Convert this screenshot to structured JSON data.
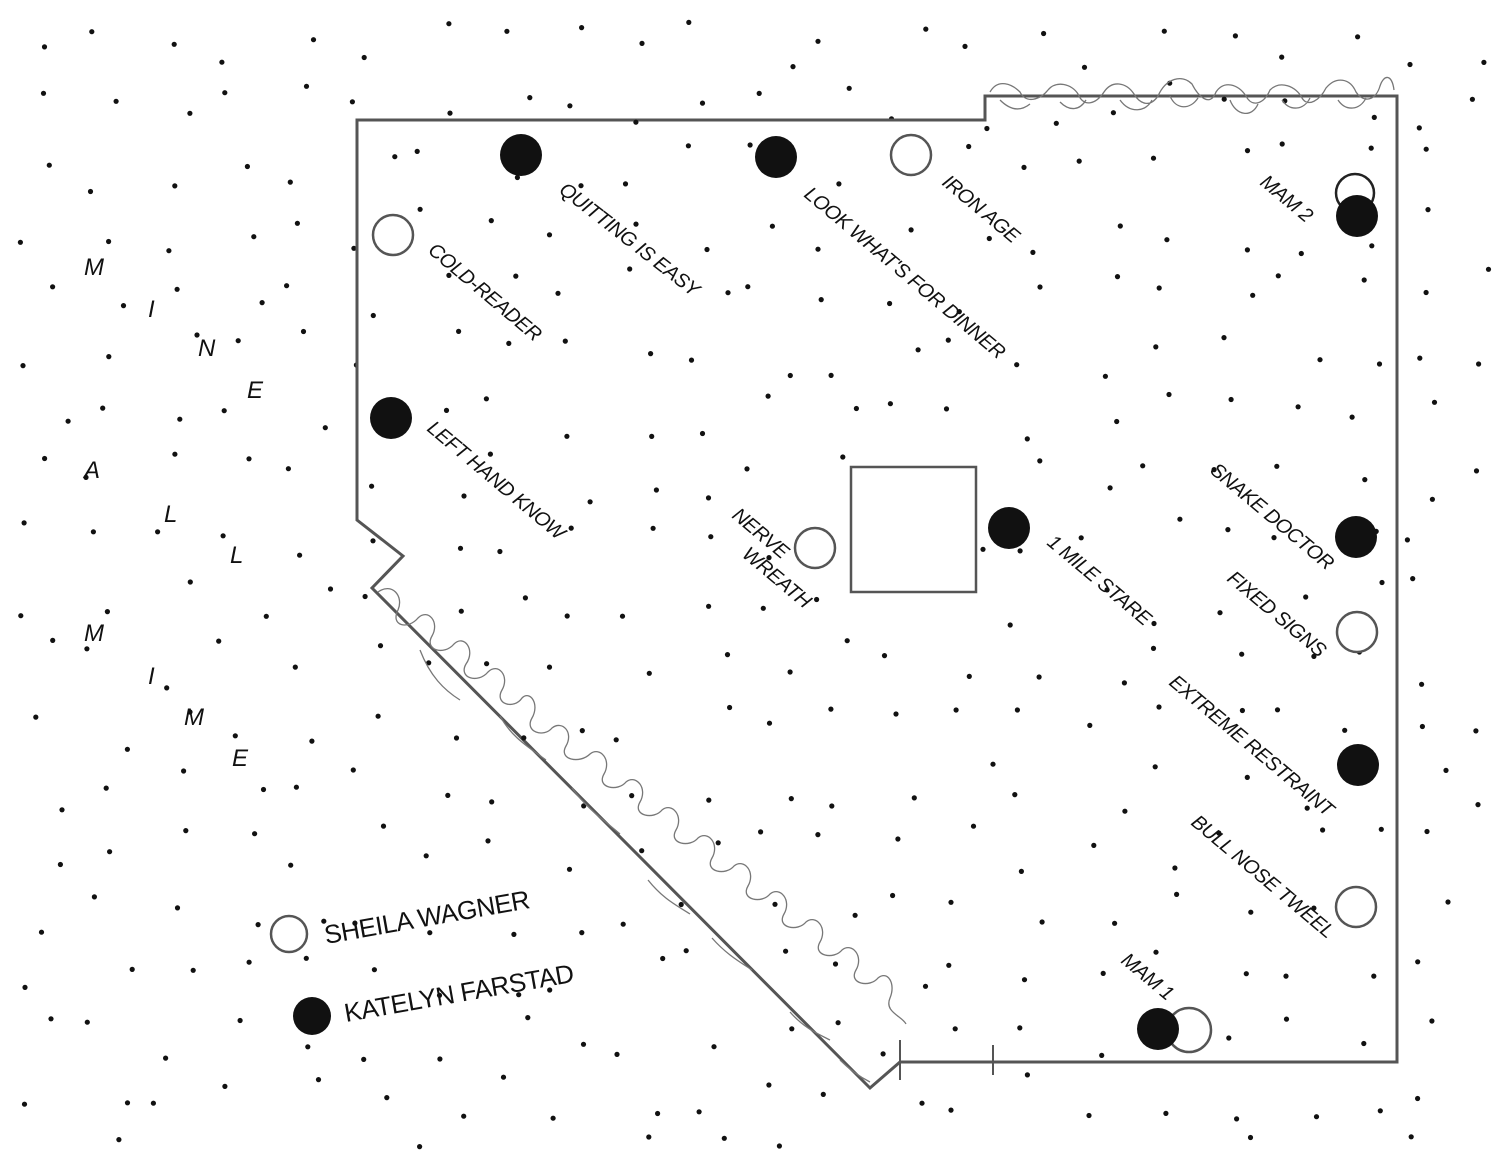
{
  "title_letters": [
    "M",
    "I",
    "N",
    "E",
    "A",
    "L",
    "L",
    "M",
    "I",
    "M",
    "E"
  ],
  "legend": {
    "open_label": "SHEILA WAGNER",
    "filled_label": "KATELYN FARSTAD"
  },
  "sites": {
    "quitting": "QUITTING IS EASY",
    "look": "LOOK WHAT'S FOR DINNER",
    "iron": "IRON AGE",
    "mam2": "MAM 2",
    "cold": "COLD-READER",
    "left_hand": "LEFT HAND KNOW",
    "nerve_1": "NERVE",
    "nerve_2": "WREATH",
    "mile": "1 MILE STARE",
    "snake": "SNAKE DOCTOR",
    "fixed": "FIXED SIGNS",
    "extreme": "EXTREME RESTRAINT",
    "bull": "BULL NOSE TWEEL",
    "mam1": "MAM 1"
  },
  "colors": {
    "ink": "#111111",
    "outline": "#555555",
    "scribble": "#777777"
  }
}
